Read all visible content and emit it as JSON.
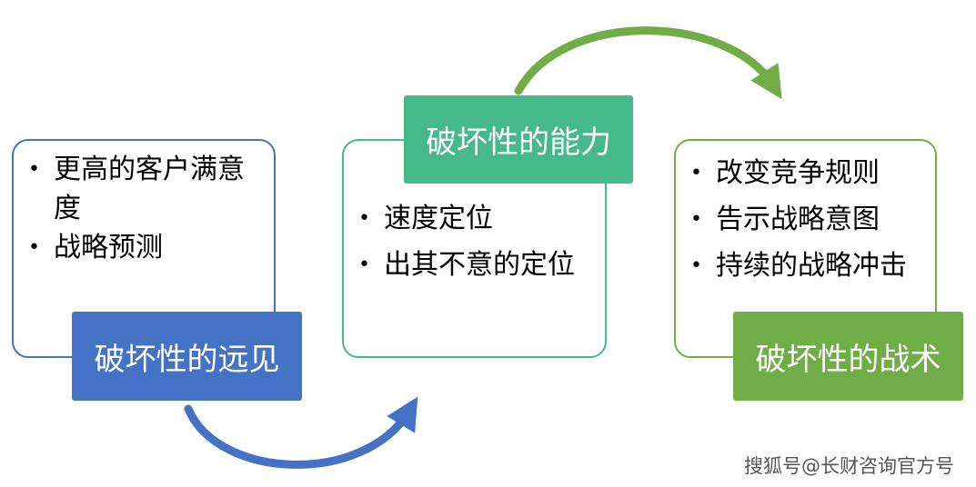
{
  "panels": {
    "vision": {
      "title": "破坏性的远见",
      "color": "#4472C4",
      "items": [
        "更高的客户满意度",
        "战略预测"
      ]
    },
    "ability": {
      "title": "破坏性的能力",
      "color": "#45B98C",
      "items": [
        "速度定位",
        "出其不意的定位"
      ]
    },
    "tactics": {
      "title": "破坏性的战术",
      "color": "#70AD47",
      "items": [
        "改变竞争规则",
        "告示战略意图",
        "持续的战略冲击"
      ]
    }
  },
  "arrows": {
    "lower_color": "#4472C4",
    "upper_color": "#70AD47"
  },
  "bullet_glyph": "•",
  "watermark": "搜狐号@长财咨询官方号"
}
